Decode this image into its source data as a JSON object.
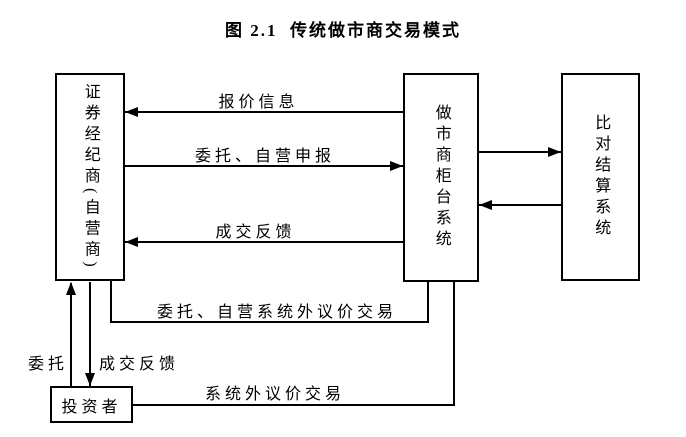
{
  "title": "图 2.1  传统做市商交易模式",
  "nodes": {
    "broker": {
      "label": "证券经纪商(自营商)"
    },
    "counter": {
      "label": "做市商柜台系统"
    },
    "settlement": {
      "label": "比对结算系统"
    },
    "investor": {
      "label": "投资者"
    }
  },
  "edges": {
    "quote": {
      "label": "报价信息",
      "from": "counter",
      "to": "broker",
      "direction": "left"
    },
    "order_report": {
      "label": "委托、自营申报",
      "from": "broker",
      "to": "counter",
      "direction": "right"
    },
    "trade_feedback": {
      "label": "成交反馈",
      "from": "counter",
      "to": "broker",
      "direction": "left"
    },
    "counter_to_settle": {
      "label": "",
      "from": "counter",
      "to": "settlement",
      "direction": "right"
    },
    "settle_to_counter": {
      "label": "",
      "from": "settlement",
      "to": "counter",
      "direction": "left"
    },
    "investor_order": {
      "label": "委托",
      "from": "investor",
      "to": "broker",
      "direction": "up"
    },
    "investor_feedback": {
      "label": "成交反馈",
      "from": "broker",
      "to": "investor",
      "direction": "down"
    },
    "offsystem_broker": {
      "label": "委托、自营系统外议价交易",
      "from": "broker",
      "to": "counter",
      "direction": "none"
    },
    "offsystem_investor": {
      "label": "系统外议价交易",
      "from": "investor",
      "to": "counter",
      "direction": "none"
    }
  },
  "colors": {
    "background": "#ffffff",
    "line": "#000000",
    "text": "#000000"
  }
}
